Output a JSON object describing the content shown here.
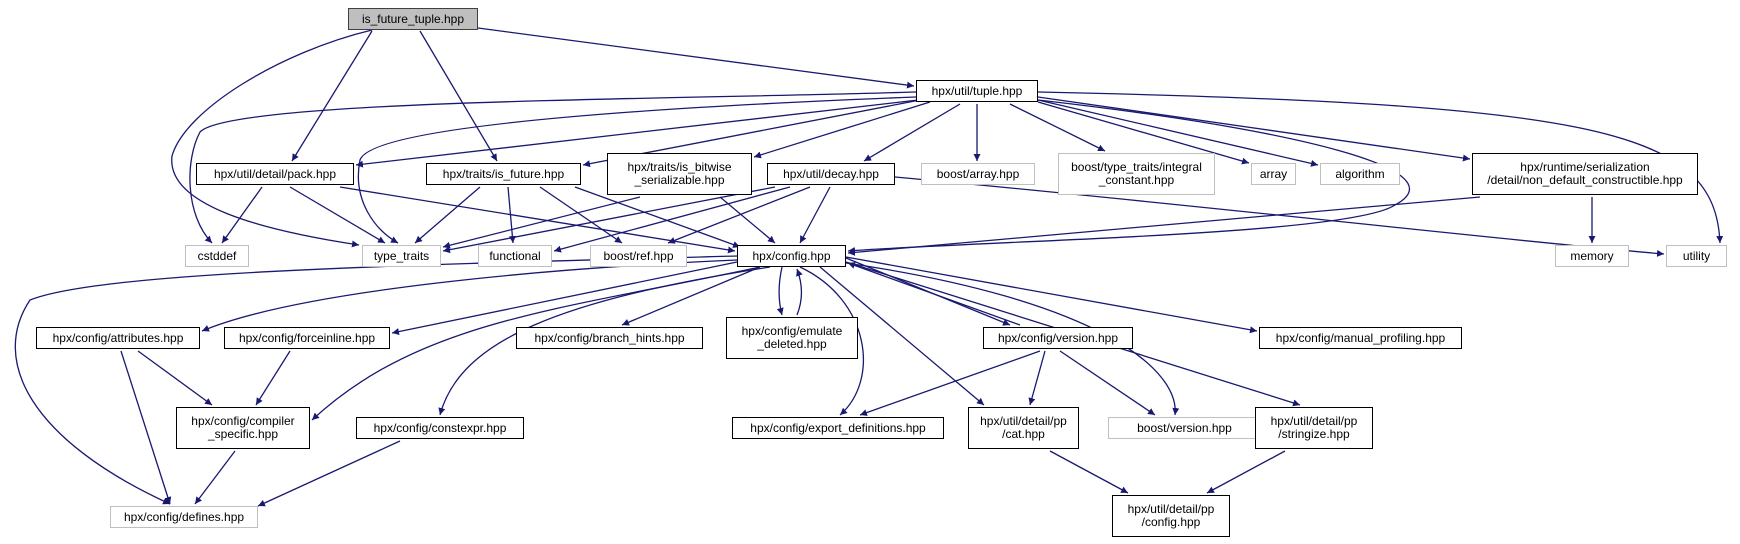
{
  "diagram": {
    "type": "include-dependency-graph",
    "colors": {
      "edge": "#191970",
      "internal_border": "#000000",
      "external_border": "#bfbfbf",
      "root_fill": "#bfbfbf"
    },
    "nodes": {
      "root": "is_future_tuple.hpp",
      "tuple": "hpx/util/tuple.hpp",
      "pack": "hpx/util/detail/pack.hpp",
      "is_future": "hpx/traits/is_future.hpp",
      "is_bitwise": "hpx/traits/is_bitwise\n_serializable.hpp",
      "decay": "hpx/util/decay.hpp",
      "boost_array": "boost/array.hpp",
      "integral_constant": "boost/type_traits/integral\n_constant.hpp",
      "array": "array",
      "algorithm": "algorithm",
      "non_default": "hpx/runtime/serialization\n/detail/non_default_constructible.hpp",
      "cstddef": "cstddef",
      "type_traits": "type_traits",
      "functional": "functional",
      "boost_ref": "boost/ref.hpp",
      "config": "hpx/config.hpp",
      "memory": "memory",
      "utility": "utility",
      "attributes": "hpx/config/attributes.hpp",
      "forceinline": "hpx/config/forceinline.hpp",
      "branch_hints": "hpx/config/branch_hints.hpp",
      "emulate_deleted": "hpx/config/emulate\n_deleted.hpp",
      "version": "hpx/config/version.hpp",
      "manual_profiling": "hpx/config/manual_profiling.hpp",
      "compiler_specific": "hpx/config/compiler\n_specific.hpp",
      "constexpr": "hpx/config/constexpr.hpp",
      "export_definitions": "hpx/config/export_definitions.hpp",
      "pp_cat": "hpx/util/detail/pp\n/cat.hpp",
      "boost_version": "boost/version.hpp",
      "pp_stringize": "hpx/util/detail/pp\n/stringize.hpp",
      "defines": "hpx/config/defines.hpp",
      "pp_config": "hpx/util/detail/pp\n/config.hpp"
    }
  }
}
